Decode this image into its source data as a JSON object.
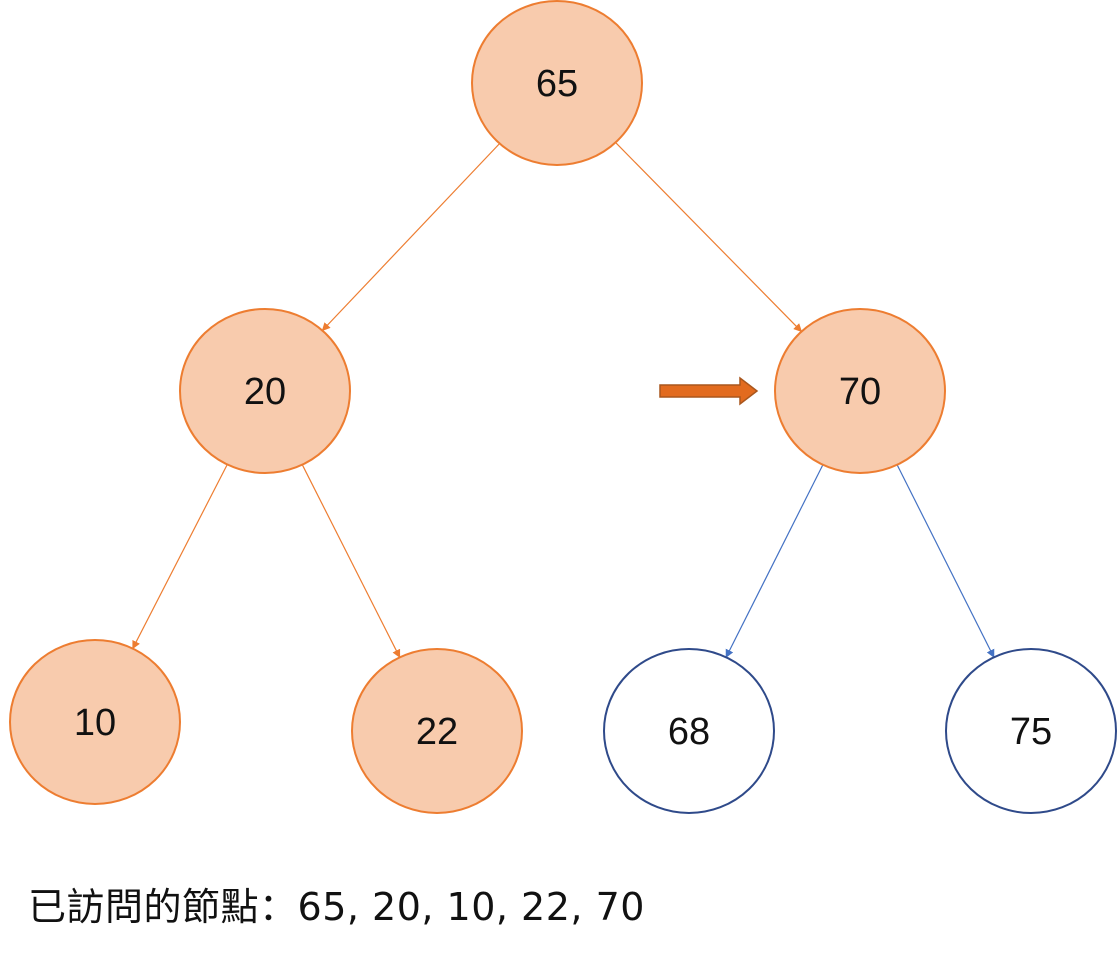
{
  "colors": {
    "visited_fill": "#f8cbad",
    "visited_stroke": "#ed7d31",
    "unvisited_fill": "#ffffff",
    "unvisited_stroke": "#2f4a8a",
    "visited_edge": "#ed7d31",
    "unvisited_edge": "#4472c4",
    "pointer_fill": "#e26b1f",
    "pointer_stroke": "#a9561d",
    "text": "#111111"
  },
  "nodes": [
    {
      "id": "n65",
      "label": "65",
      "visited": true
    },
    {
      "id": "n20",
      "label": "20",
      "visited": true
    },
    {
      "id": "n70",
      "label": "70",
      "visited": true
    },
    {
      "id": "n10",
      "label": "10",
      "visited": true
    },
    {
      "id": "n22",
      "label": "22",
      "visited": true
    },
    {
      "id": "n68",
      "label": "68",
      "visited": false
    },
    {
      "id": "n75",
      "label": "75",
      "visited": false
    }
  ],
  "edges": [
    {
      "from": "n65",
      "to": "n20",
      "visited": true
    },
    {
      "from": "n65",
      "to": "n70",
      "visited": true
    },
    {
      "from": "n20",
      "to": "n10",
      "visited": true
    },
    {
      "from": "n20",
      "to": "n22",
      "visited": true
    },
    {
      "from": "n70",
      "to": "n68",
      "visited": false
    },
    {
      "from": "n70",
      "to": "n75",
      "visited": false
    }
  ],
  "current_node": "n70",
  "caption": {
    "prefix": "已訪問的節點：",
    "values": "65, 20, 10, 22, 70"
  }
}
